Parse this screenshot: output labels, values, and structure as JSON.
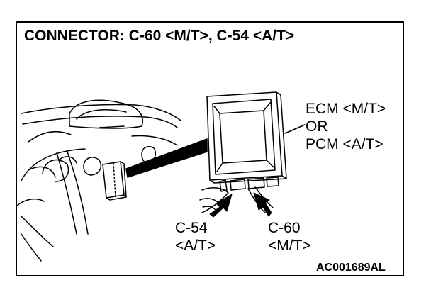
{
  "title": "CONNECTOR: C-60 <M/T>, C-54 <A/T>",
  "module_label": {
    "line1": "ECM <M/T>",
    "line2": "OR",
    "line3": "PCM <A/T>"
  },
  "connectors": [
    {
      "name": "C-54",
      "variant": "<A/T>"
    },
    {
      "name": "C-60",
      "variant": "<M/T>"
    }
  ],
  "figure_code": "AC001689AL"
}
